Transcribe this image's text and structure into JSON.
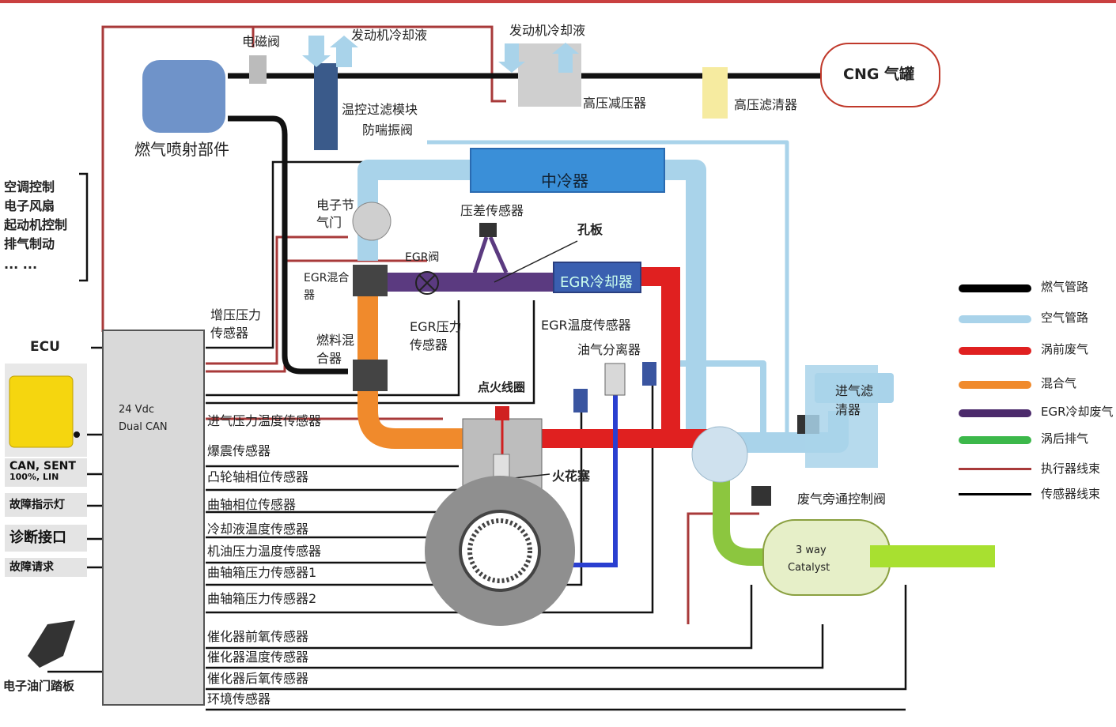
{
  "components": {
    "solenoid_valve": "电磁阀",
    "engine_coolant_1": "发动机冷却液",
    "engine_coolant_2": "发动机冷却液",
    "gas_injector": "燃气喷射部件",
    "temp_filter_module": "温控过滤模块",
    "anti_surge_valve": "防喘振阀",
    "hp_reducer": "高压减压器",
    "hp_filter": "高压滤清器",
    "cng_tank": "CNG 气罐",
    "intercooler": "中冷器",
    "throttle_line1": "电子节",
    "throttle_line2": "气门",
    "dp_sensor": "压差传感器",
    "orifice": "孔板",
    "egr_valve": "EGR阀",
    "egr_mixer_line1": "EGR混合",
    "egr_mixer_line2": "器",
    "egr_cooler": "EGR冷却器",
    "boost_sensor_line1": "增压压力",
    "boost_sensor_line2": "传感器",
    "fuel_mixer_line1": "燃料混",
    "fuel_mixer_line2": "合器",
    "egr_pressure_line1": "EGR压力",
    "egr_pressure_line2": "传感器",
    "egr_temp_sensor": "EGR温度传感器",
    "oil_separator": "油气分离器",
    "ignition_coil": "点火线圈",
    "spark_plug": "火花塞",
    "air_filter_line1": "进气滤",
    "air_filter_line2": "清器",
    "wastegate": "废气旁通控制阀",
    "catalyst_line1": "3 way",
    "catalyst_line2": "Catalyst",
    "ecu_title": "ECU",
    "ecu_line1": "24 Vdc",
    "ecu_line2": "Dual CAN",
    "pedal": "电子油门踏板"
  },
  "controls": [
    "空调控制",
    "电子风扇",
    "起动机控制",
    "排气制动",
    "··· ···"
  ],
  "side_tags": {
    "can": "CAN, SENT",
    "can_sub": "100%, LIN",
    "fault_lamp": "故障指示灯",
    "diag_port": "诊断接口",
    "fault_request": "故障请求"
  },
  "sensors": [
    "进气压力温度传感器",
    "爆震传感器",
    "凸轮轴相位传感器",
    "曲轴相位传感器",
    "冷却液温度传感器",
    "机油压力温度传感器",
    "曲轴箱压力传感器1",
    "曲轴箱压力传感器2",
    "催化器前氧传感器",
    "催化器温度传感器",
    "催化器后氧传感器",
    "环境传感器"
  ],
  "legend": [
    {
      "label": "燃气管路",
      "color": "#000000"
    },
    {
      "label": "空气管路",
      "color": "#a9d3ea"
    },
    {
      "label": "涡前废气",
      "color": "#e02020"
    },
    {
      "label": "混合气",
      "color": "#f08a2c"
    },
    {
      "label": "EGR冷却废气",
      "color": "#4b2a6b"
    },
    {
      "label": "涡后排气",
      "color": "#3cb84a"
    },
    {
      "label": "执行器线束",
      "color": "#a83a3a"
    },
    {
      "label": "传感器线束",
      "color": "#000000"
    }
  ]
}
